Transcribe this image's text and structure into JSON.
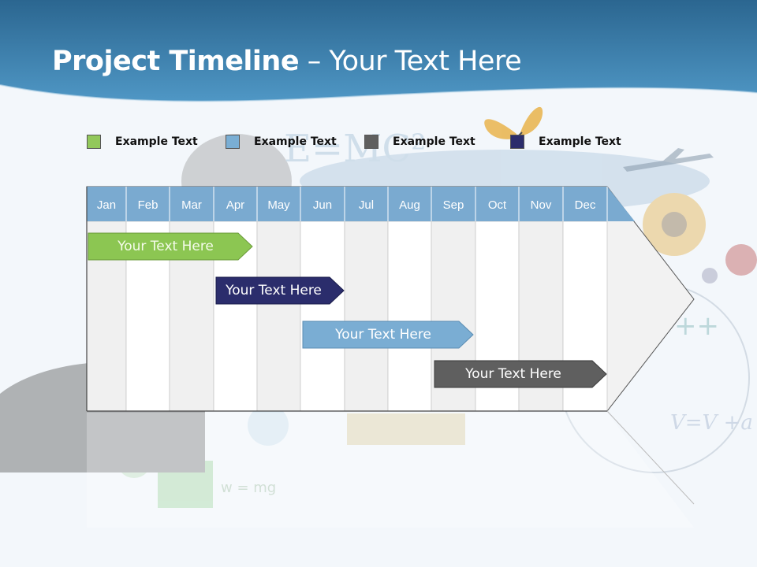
{
  "header": {
    "title_bold": "Project Timeline",
    "title_rest": " – Your Text Here"
  },
  "legend": [
    {
      "label": "Example Text",
      "color": "#92c85b"
    },
    {
      "label": "Example Text",
      "color": "#7aaed4"
    },
    {
      "label": "Example Text",
      "color": "#5f5f5f"
    },
    {
      "label": "Example Text",
      "color": "#2b2d6c"
    }
  ],
  "months": [
    "Jan",
    "Feb",
    "Mar",
    "Apr",
    "May",
    "Jun",
    "Jul",
    "Aug",
    "Sep",
    "Oct",
    "Nov",
    "Dec"
  ],
  "tasks": [
    {
      "label": "Your  Text Here",
      "color": "#8cc652",
      "text_color": "#f4fbe9"
    },
    {
      "label": "Your  Text Here",
      "color": "#2b2d6c",
      "text_color": "#ffffff"
    },
    {
      "label": "Your  Text Here",
      "color": "#7aadd3",
      "text_color": "#ffffff"
    },
    {
      "label": "Your  Text Here",
      "color": "#5f5f5f",
      "text_color": "#ffffff"
    }
  ],
  "colors": {
    "header_top": "#2e6e9c",
    "header_bottom": "#4b93c1",
    "month_header": "#7aaad0",
    "column_light": "#f0f0f0",
    "column_white": "#ffffff"
  }
}
